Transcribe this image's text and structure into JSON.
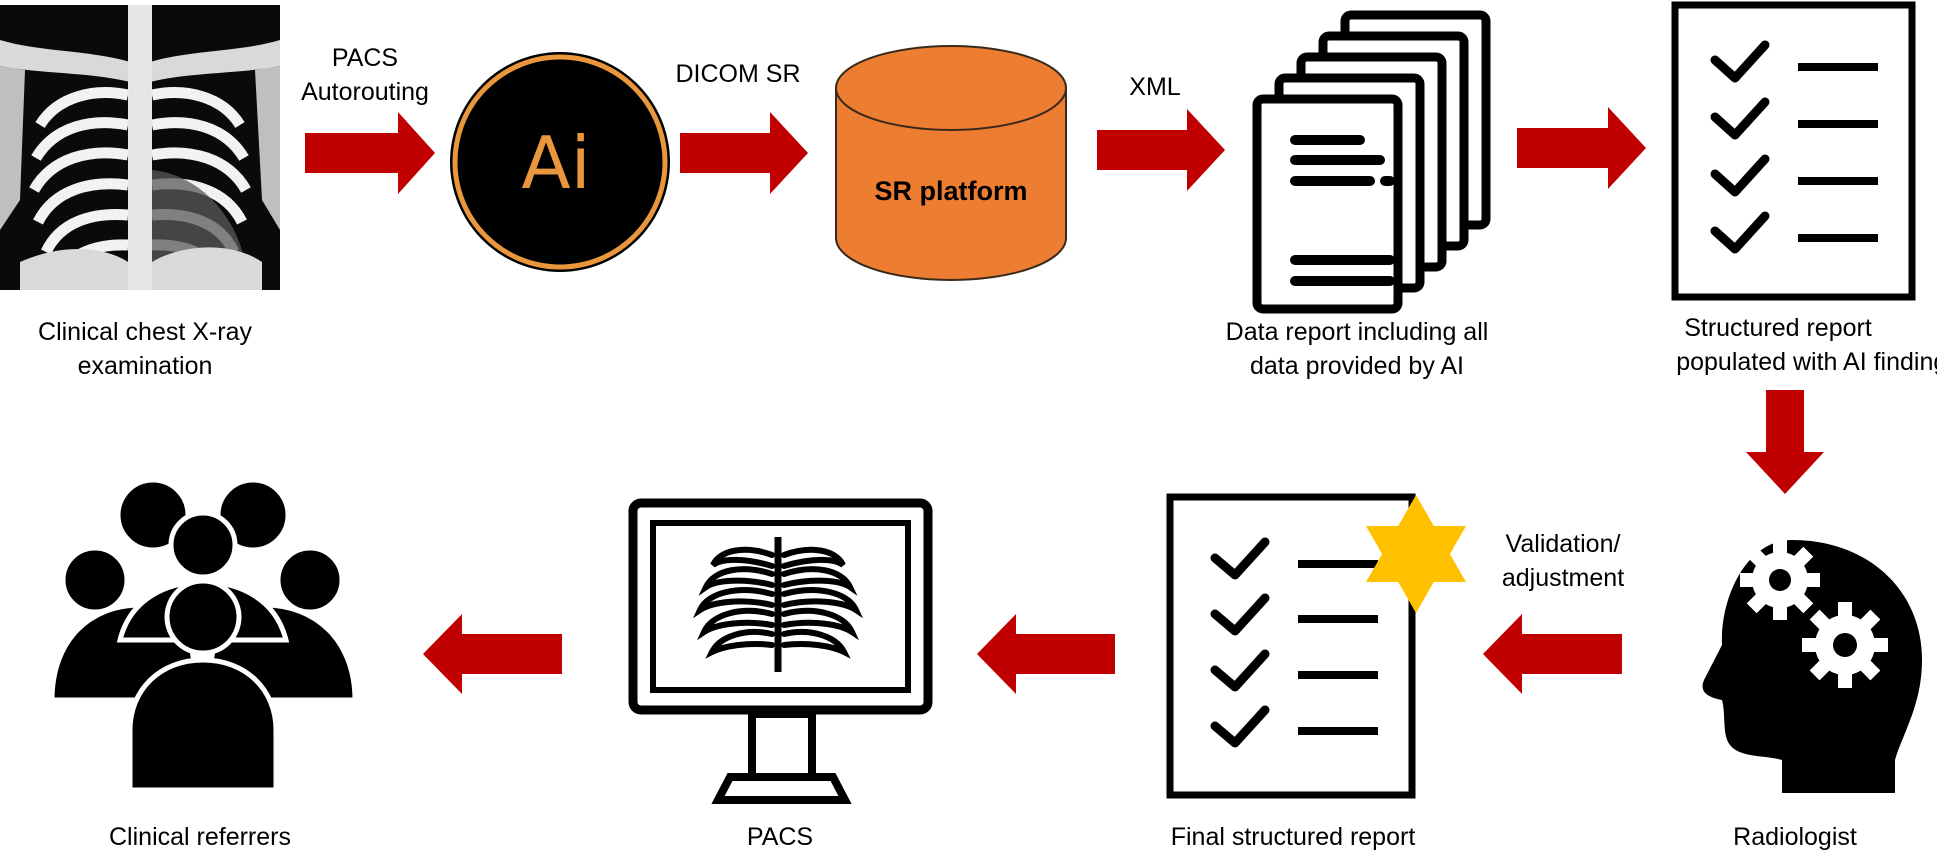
{
  "nodes": {
    "xray": {
      "label_line1": "Clinical chest X-ray",
      "label_line2": "examination",
      "icon": "chest-xray-image"
    },
    "ai": {
      "text": "Ai",
      "icon": "ai-logo"
    },
    "sr_platform": {
      "text": "SR platform",
      "icon": "database-cylinder"
    },
    "data_report": {
      "label_line1": "Data report including all",
      "label_line2": "data provided by AI",
      "icon": "document-stack"
    },
    "structured_report": {
      "label_line1": "Structured report",
      "label_line2": "populated with AI findings",
      "icon": "checklist"
    },
    "radiologist": {
      "label": "Radiologist",
      "icon": "head-with-gears"
    },
    "final_report": {
      "label": "Final structured report",
      "icon": "checklist-with-star"
    },
    "pacs": {
      "label": "PACS",
      "icon": "monitor-xray"
    },
    "referrers": {
      "label": "Clinical referrers",
      "icon": "people-group"
    }
  },
  "edges": {
    "xray_to_ai": {
      "line1": "PACS",
      "line2": "Autorouting"
    },
    "ai_to_sr": {
      "label": "DICOM SR"
    },
    "sr_to_report": {
      "label": "XML"
    },
    "radiologist_to_final": {
      "line1": "Validation/",
      "line2": "adjustment"
    }
  },
  "colors": {
    "arrow": "#c00000",
    "cylinder": "#ed7d31",
    "star": "#ffc000",
    "ai_ring": "#e9963c",
    "ai_background": "#000000"
  }
}
